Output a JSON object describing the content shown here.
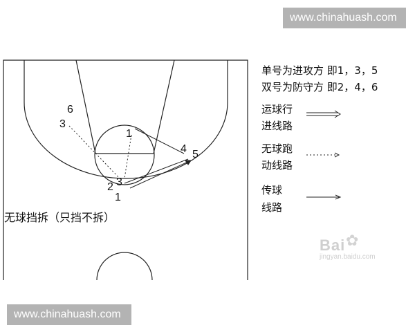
{
  "watermark": {
    "top": "www.chinahuash.com",
    "bottom": "www.chinahuash.com"
  },
  "legend": {
    "odd_even_line1": "单号为进攻方 即1，3，5",
    "odd_even_line2": "双号为防守方 即2，4，6",
    "dribble_line1": "运球行",
    "dribble_line2": "进线路",
    "off_ball_line1": "无球跑",
    "off_ball_line2": "动线路",
    "pass_line1": "传球",
    "pass_line2": "线路"
  },
  "diagram": {
    "caption": "无球挡拆（只挡不拆）",
    "players": {
      "p1_top": "1",
      "p1_bottom": "1",
      "p2": "2",
      "p3_near_2": "3",
      "p3_left": "3",
      "p4": "4",
      "p5": "5",
      "p6": "6"
    }
  },
  "baidu_mark": {
    "text": "Bai",
    "sub": "jingyan.baidu.com"
  }
}
